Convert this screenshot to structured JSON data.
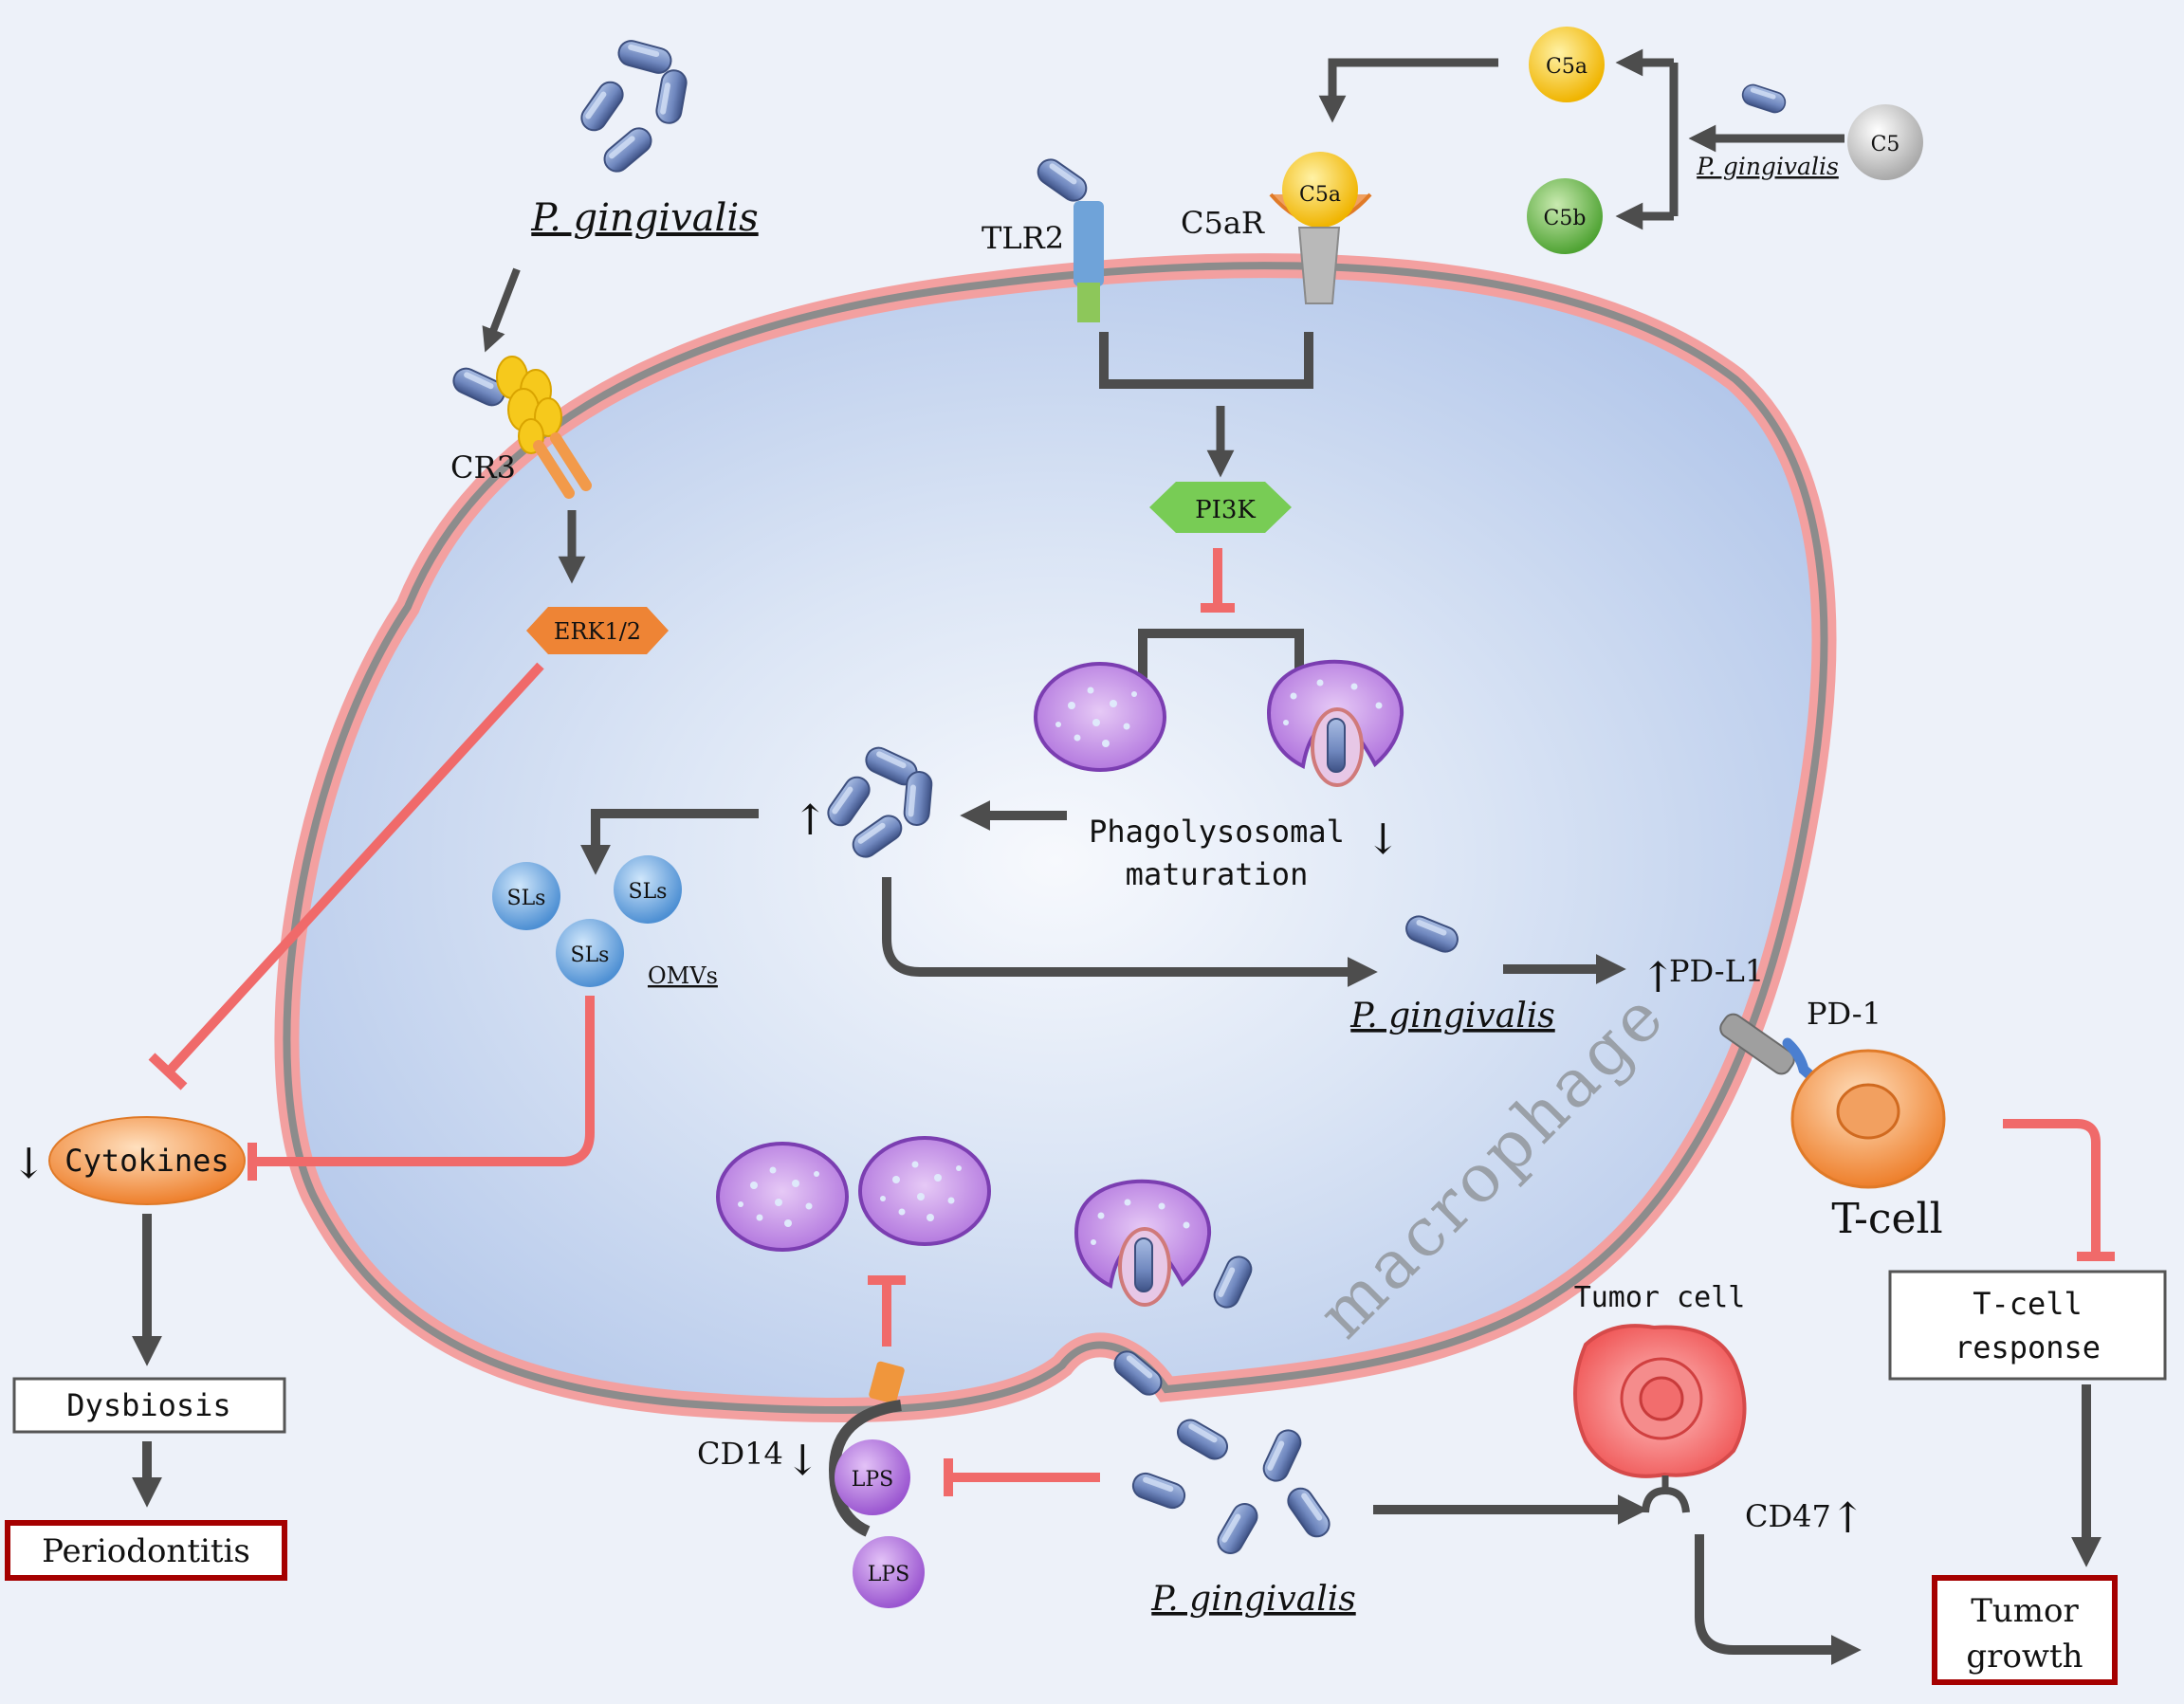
{
  "cell_label": "macrophage",
  "bacterium": {
    "top": "P. gingivalis",
    "c5_cleavage": "P. gingivalis",
    "intracellular": "P. gingivalis",
    "bottom": "P. gingivalis"
  },
  "receptors": {
    "cr3": "CR3",
    "tlr2": "TLR2",
    "c5ar": "C5aR",
    "cd14": "CD14",
    "pd_l1": "PD-L1",
    "pd_1": "PD-1",
    "cd47": "CD47"
  },
  "complement": {
    "c5": "C5",
    "c5a": "C5a",
    "c5b": "C5b",
    "c5a_bound": "C5a"
  },
  "kinases": {
    "erk": "ERK1/2",
    "pi3k": "PI3K"
  },
  "phagolysosome": {
    "line1": "Phagolysosomal",
    "line2": "maturation"
  },
  "vesicles": {
    "sl_1": "SLs",
    "sl_2": "SLs",
    "sl_3": "SLs",
    "omvs": "OMVs"
  },
  "lps": {
    "bound": "LPS",
    "free": "LPS"
  },
  "outcomes": {
    "cytokines": "Cytokines",
    "dysbiosis": "Dysbiosis",
    "periodontitis": "Periodontitis",
    "tcell": "T-cell",
    "tcell_response_1": "T-cell",
    "tcell_response_2": "response",
    "tumor_cell": "Tumor cell",
    "tumor_growth_1": "Tumor",
    "tumor_growth_2": "growth"
  },
  "indicators": {
    "up": "↑",
    "down": "↓"
  },
  "colors": {
    "background": "#edf1f9",
    "cell_fill": "#c3d4ef",
    "membrane_pink": "#f29a9a",
    "membrane_gray": "#7f7f7f",
    "activation_arrow": "#4d4d4d",
    "inhibition": "#f06a6a",
    "bacteria": "#7b95c6",
    "phagosome": "#b57ce0",
    "erk": "#ef8a3c",
    "pi3k": "#7ccf5a",
    "c5a": "#f2c21b",
    "c5b": "#62b046",
    "c5": "#bdbdbd",
    "sls": "#5f9fdc",
    "cytokines": "#f0964f",
    "tcell": "#f08a3a",
    "tumor": "#f06c6c",
    "outcome_red": "#a50000"
  }
}
